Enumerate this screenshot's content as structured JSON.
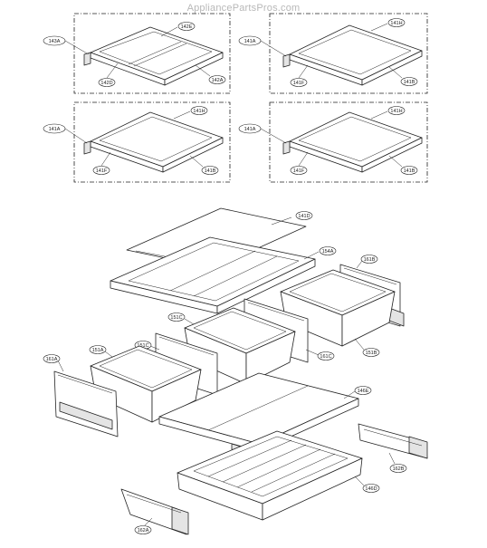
{
  "watermark": "AppliancePartsPros.com",
  "inset_boxes": [
    {
      "id": "box1",
      "group_label": "143A",
      "part_labels": [
        "142E",
        "142D",
        "142A"
      ]
    },
    {
      "id": "box2",
      "group_label": "141A",
      "part_labels": [
        "141H",
        "141F",
        "141B"
      ]
    },
    {
      "id": "box3",
      "group_label": "141A",
      "part_labels": [
        "141H",
        "141F",
        "141B"
      ]
    },
    {
      "id": "box4",
      "group_label": "141A",
      "part_labels": [
        "141H",
        "141F",
        "141B"
      ]
    }
  ],
  "main_labels": {
    "glass_shelf": "141D",
    "shelf_frame": "154A",
    "drawer_right_cover": "161B",
    "drawer_right": "151B",
    "drawer_mid_cover": "161C",
    "drawer_mid_top": "151C",
    "drawer_mid": "151C",
    "drawer_left": "151A",
    "drawer_left_cover": "161A",
    "lower_shelf": "146E",
    "pantry_tray": "146D",
    "rail_right": "162B",
    "rail_left": "162A"
  }
}
